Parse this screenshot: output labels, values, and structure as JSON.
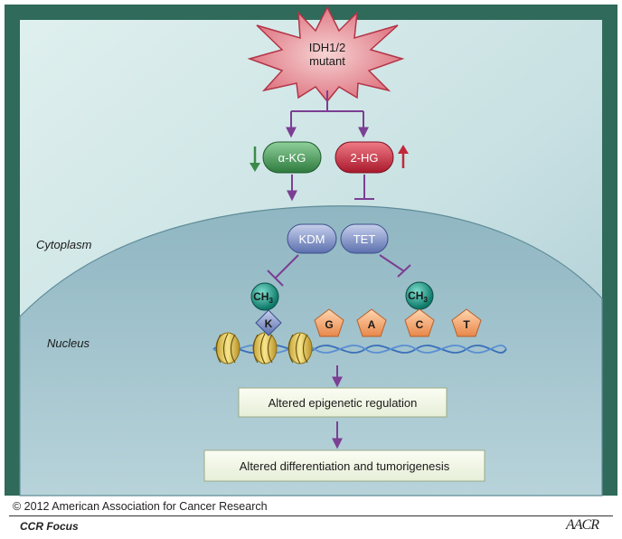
{
  "trigger": {
    "line1": "IDH1/2",
    "line2": "mutant"
  },
  "metabolites": {
    "akg": {
      "label": "α-KG",
      "direction": "down",
      "color": "#3b8a4a"
    },
    "twohg": {
      "label": "2-HG",
      "direction": "up",
      "color": "#c0283a"
    }
  },
  "compartments": {
    "cytoplasm": "Cytoplasm",
    "nucleus": "Nucleus"
  },
  "enzymes": {
    "kdm": "KDM",
    "tet": "TET"
  },
  "methyl": {
    "label_main": "CH",
    "label_sub": "3"
  },
  "lysine": {
    "label": "K"
  },
  "bases": [
    "G",
    "A",
    "C",
    "T"
  ],
  "outcomes": {
    "epigenetic": "Altered epigenetic regulation",
    "differentiation": "Altered differentiation and tumorigenesis"
  },
  "footer": {
    "copyright": "© 2012 American Association for Cancer Research",
    "series": "CCR Focus",
    "publisher": "AACR"
  },
  "colors": {
    "arrow": "#7b3f93",
    "frame": "#2f6a5a"
  }
}
